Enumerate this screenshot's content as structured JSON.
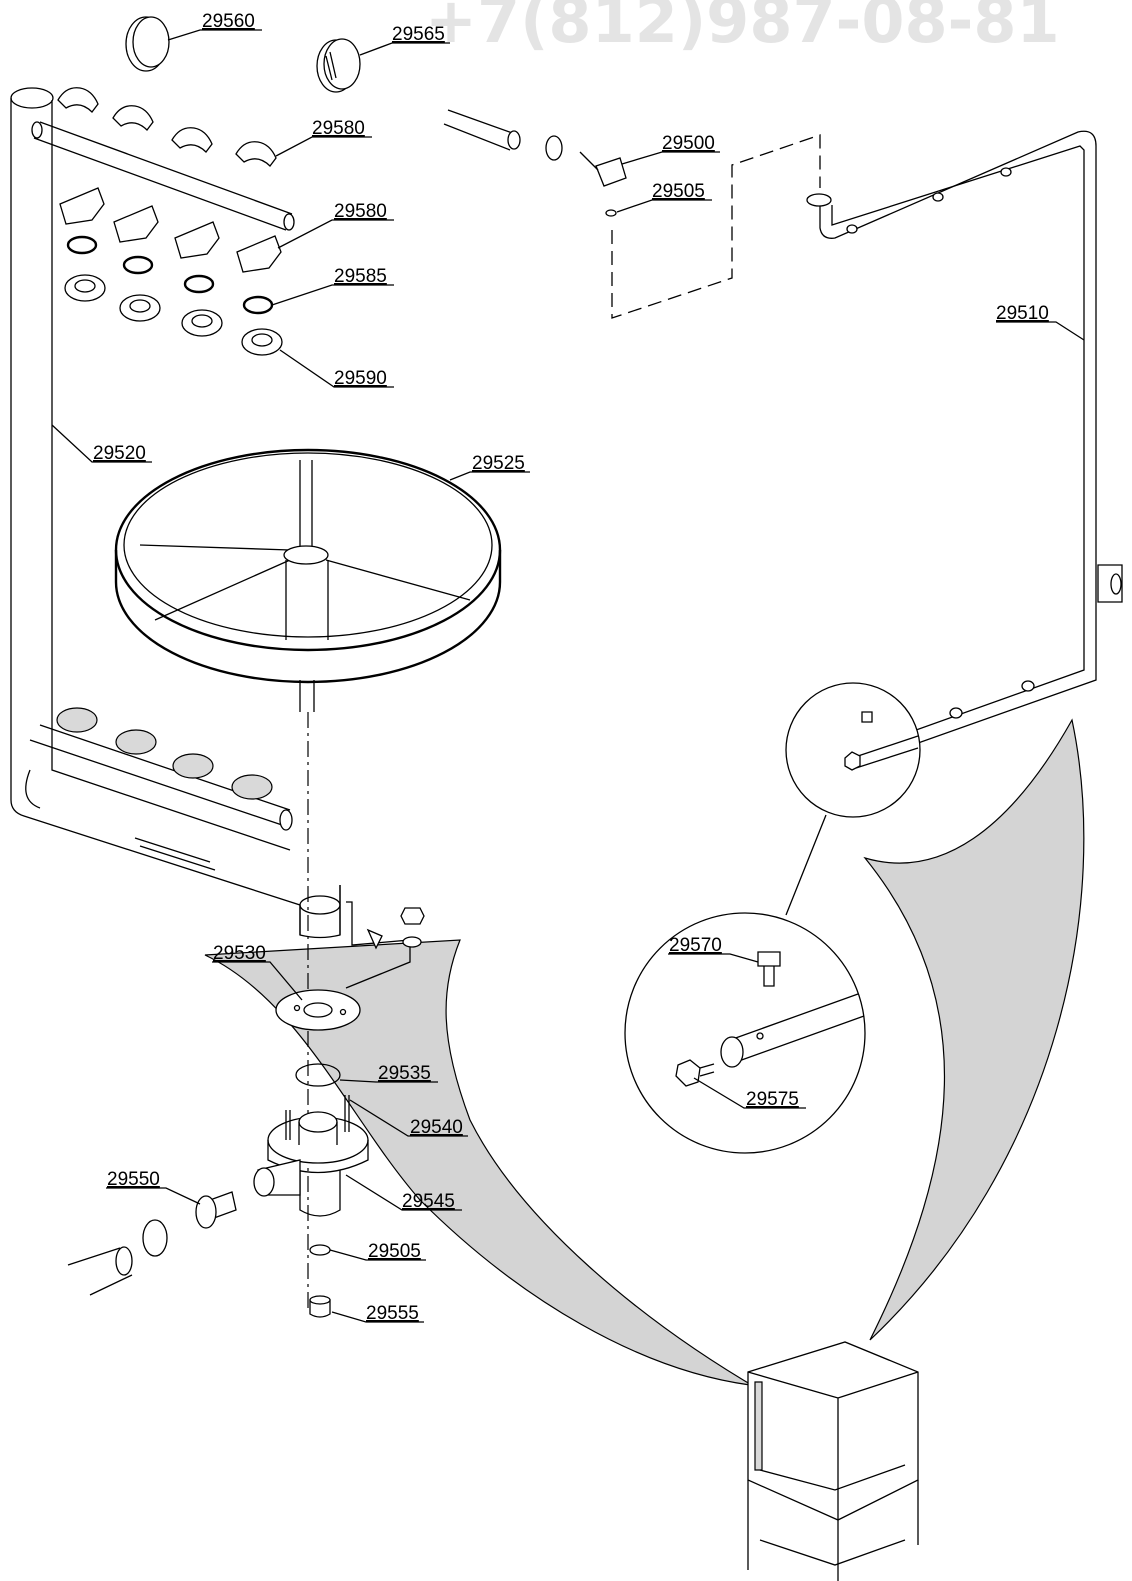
{
  "watermark": "+7(812)987-08-81",
  "part_labels": {
    "p29560": "29560",
    "p29565": "29565",
    "p29580a": "29580",
    "p29580b": "29580",
    "p29585": "29585",
    "p29590": "29590",
    "p29520": "29520",
    "p29525": "29525",
    "p29500": "29500",
    "p29505a": "29505",
    "p29510": "29510",
    "p29570": "29570",
    "p29575": "29575",
    "p29530": "29530",
    "p29535": "29535",
    "p29540": "29540",
    "p29550": "29550",
    "p29545": "29545",
    "p29505b": "29505",
    "p29555": "29555"
  }
}
